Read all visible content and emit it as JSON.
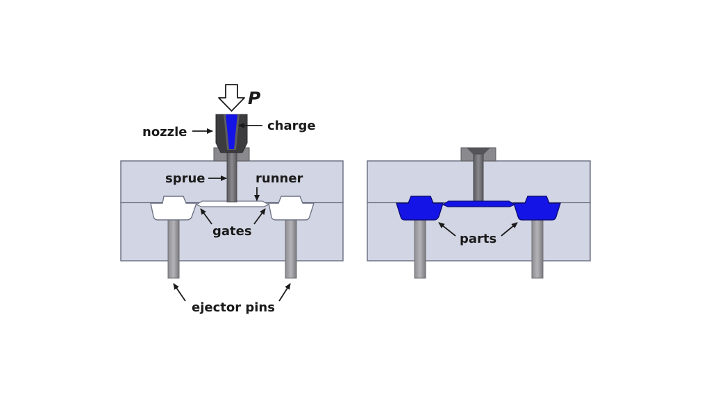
{
  "labels": {
    "pressure": "P",
    "nozzle": "nozzle",
    "charge": "charge",
    "sprue": "sprue",
    "runner": "runner",
    "gates": "gates",
    "ejector_pins": "ejector pins",
    "parts": "parts"
  },
  "colors": {
    "mold": "#d2d5e3",
    "mold_edge": "#6f7485",
    "steel": "#6e6e72",
    "steel_light": "#9a9a9e",
    "dark_steel": "#3c3c3e",
    "plastic": "#1414e6",
    "cavity_empty": "#ffffff",
    "arrow": "#1a1a1a"
  }
}
